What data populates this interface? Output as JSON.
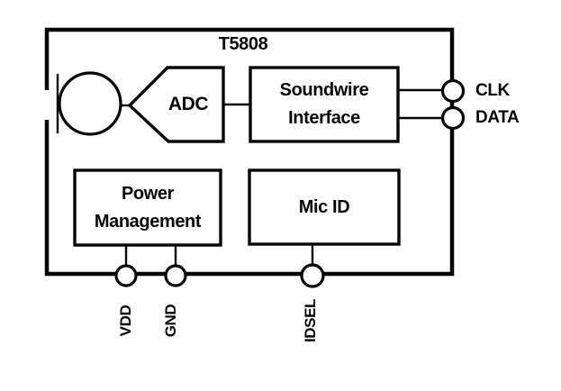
{
  "diagram": {
    "title": "T5808",
    "blocks": {
      "mic": {
        "icon": "microphone-icon"
      },
      "adc": {
        "label": "ADC"
      },
      "soundwire": {
        "line1": "Soundwire",
        "line2": "Interface"
      },
      "power": {
        "line1": "Power",
        "line2": "Management"
      },
      "mic_id": {
        "label": "Mic ID"
      }
    },
    "pins": {
      "clk": "CLK",
      "data": "DATA",
      "vdd": "VDD",
      "gnd": "GND",
      "idsel": "IDSEL"
    },
    "colors": {
      "stroke": "#000000",
      "background": "#ffffff"
    }
  }
}
